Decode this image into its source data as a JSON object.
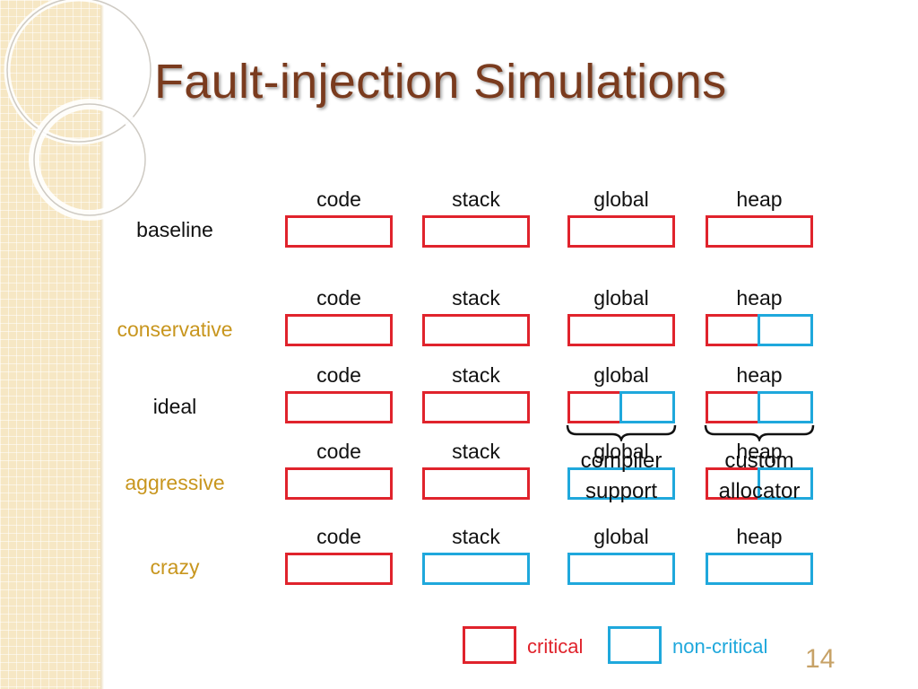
{
  "slide": {
    "title": "Fault-injection Simulations",
    "page_number": "14"
  },
  "columns": [
    "code",
    "stack",
    "global",
    "heap"
  ],
  "rows": [
    {
      "label": "baseline",
      "label_color": "#111111",
      "code": "critical",
      "stack": "critical",
      "global": "critical",
      "heap": "critical"
    },
    {
      "label": "conservative",
      "label_color": "#c8961e",
      "code": "critical",
      "stack": "critical",
      "global": "critical",
      "heap": "mixed"
    },
    {
      "label": "ideal",
      "label_color": "#111111",
      "code": "critical",
      "stack": "critical",
      "global": "mixed",
      "heap": "mixed"
    },
    {
      "label": "aggressive",
      "label_color": "#c8961e",
      "code": "critical",
      "stack": "critical",
      "global": "non-critical",
      "heap": "mixed"
    },
    {
      "label": "crazy",
      "label_color": "#c8961e",
      "code": "critical",
      "stack": "non-critical",
      "global": "non-critical",
      "heap": "non-critical"
    }
  ],
  "annotations": {
    "global": "compiler support",
    "heap": "custom allocator"
  },
  "legend": {
    "critical": "critical",
    "non_critical": "non-critical"
  },
  "colors": {
    "critical": "#e0232c",
    "non_critical": "#1fa8dc",
    "title": "#7a3b1e",
    "accent_label": "#c8961e",
    "page_number": "#c7a267"
  }
}
